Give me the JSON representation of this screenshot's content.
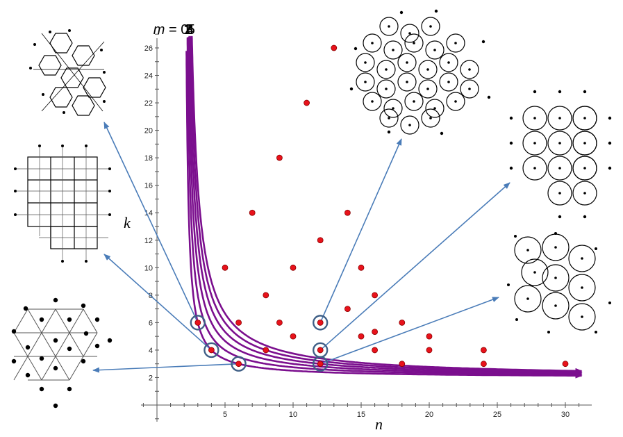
{
  "chart_data": {
    "type": "line",
    "xlabel": "n",
    "ylabel": "k",
    "xlim": [
      0,
      31
    ],
    "ylim": [
      0,
      27
    ],
    "x_ticks": [
      5,
      10,
      15,
      20,
      25,
      30
    ],
    "y_ticks": [
      2,
      4,
      6,
      8,
      10,
      12,
      14,
      16,
      18,
      20,
      22,
      24,
      26
    ],
    "curve_color": "#7b0f8e",
    "point_color": "#e8121b",
    "circle_color": "#3f5f86",
    "arrow_color": "#4a7cb8",
    "series": [
      {
        "label": "m = 0",
        "m": 0,
        "points": [
          [
            3,
            6
          ],
          [
            4,
            4
          ],
          [
            6,
            3
          ]
        ]
      },
      {
        "label": "1",
        "m": 1,
        "points": [
          [
            5,
            10
          ],
          [
            6,
            6
          ],
          [
            8,
            4
          ],
          [
            12,
            3
          ]
        ]
      },
      {
        "label": "2",
        "m": 2,
        "points": [
          [
            7,
            14
          ],
          [
            8,
            8
          ],
          [
            9,
            6
          ],
          [
            10,
            5
          ],
          [
            12,
            4
          ],
          [
            18,
            3
          ]
        ]
      },
      {
        "label": "3",
        "m": 3,
        "points": [
          [
            9,
            18
          ],
          [
            10,
            10
          ],
          [
            12,
            6
          ],
          [
            15,
            5
          ],
          [
            16,
            4
          ],
          [
            24,
            3
          ]
        ]
      },
      {
        "label": "4",
        "m": 4,
        "points": [
          [
            11,
            22
          ],
          [
            12,
            12
          ],
          [
            14,
            7
          ],
          [
            16,
            5.33
          ],
          [
            20,
            4
          ],
          [
            30,
            3
          ]
        ]
      },
      {
        "label": "5",
        "m": 5,
        "points": [
          [
            13,
            26
          ],
          [
            14,
            14
          ],
          [
            15,
            10
          ],
          [
            16,
            8
          ],
          [
            18,
            6
          ],
          [
            20,
            5
          ],
          [
            24,
            4
          ]
        ]
      }
    ],
    "highlighted_points": [
      [
        3,
        6
      ],
      [
        4,
        4
      ],
      [
        6,
        3
      ],
      [
        12,
        6
      ],
      [
        12,
        4
      ],
      [
        12,
        3
      ]
    ]
  }
}
